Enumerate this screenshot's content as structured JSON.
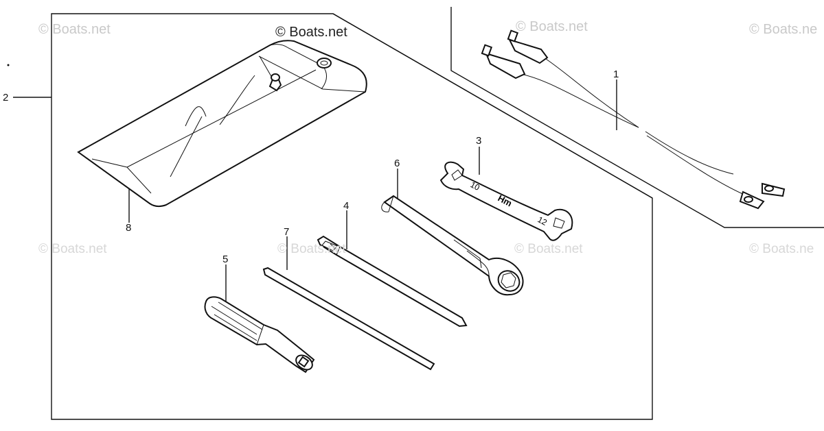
{
  "watermarks": {
    "top_left": "© Boats.net",
    "top_center": "© Boats.net",
    "top_right_1": "© Boats.net",
    "top_right_2": "© Boats.ne",
    "middle_left": "© Boats.net",
    "middle_center": "© Boats.net",
    "middle_right_1": "© Boats.net",
    "middle_right_2": "© Boats.ne"
  },
  "callouts": {
    "p1": "1",
    "p2": "2",
    "p3": "3",
    "p4": "4",
    "p5": "5",
    "p6": "6",
    "p7": "7",
    "p8": "8"
  },
  "wrench_marks": {
    "left": "10",
    "center": "Hm",
    "right": "12"
  },
  "colors": {
    "ink": "#111111",
    "watermark": "#c9c9c9"
  }
}
